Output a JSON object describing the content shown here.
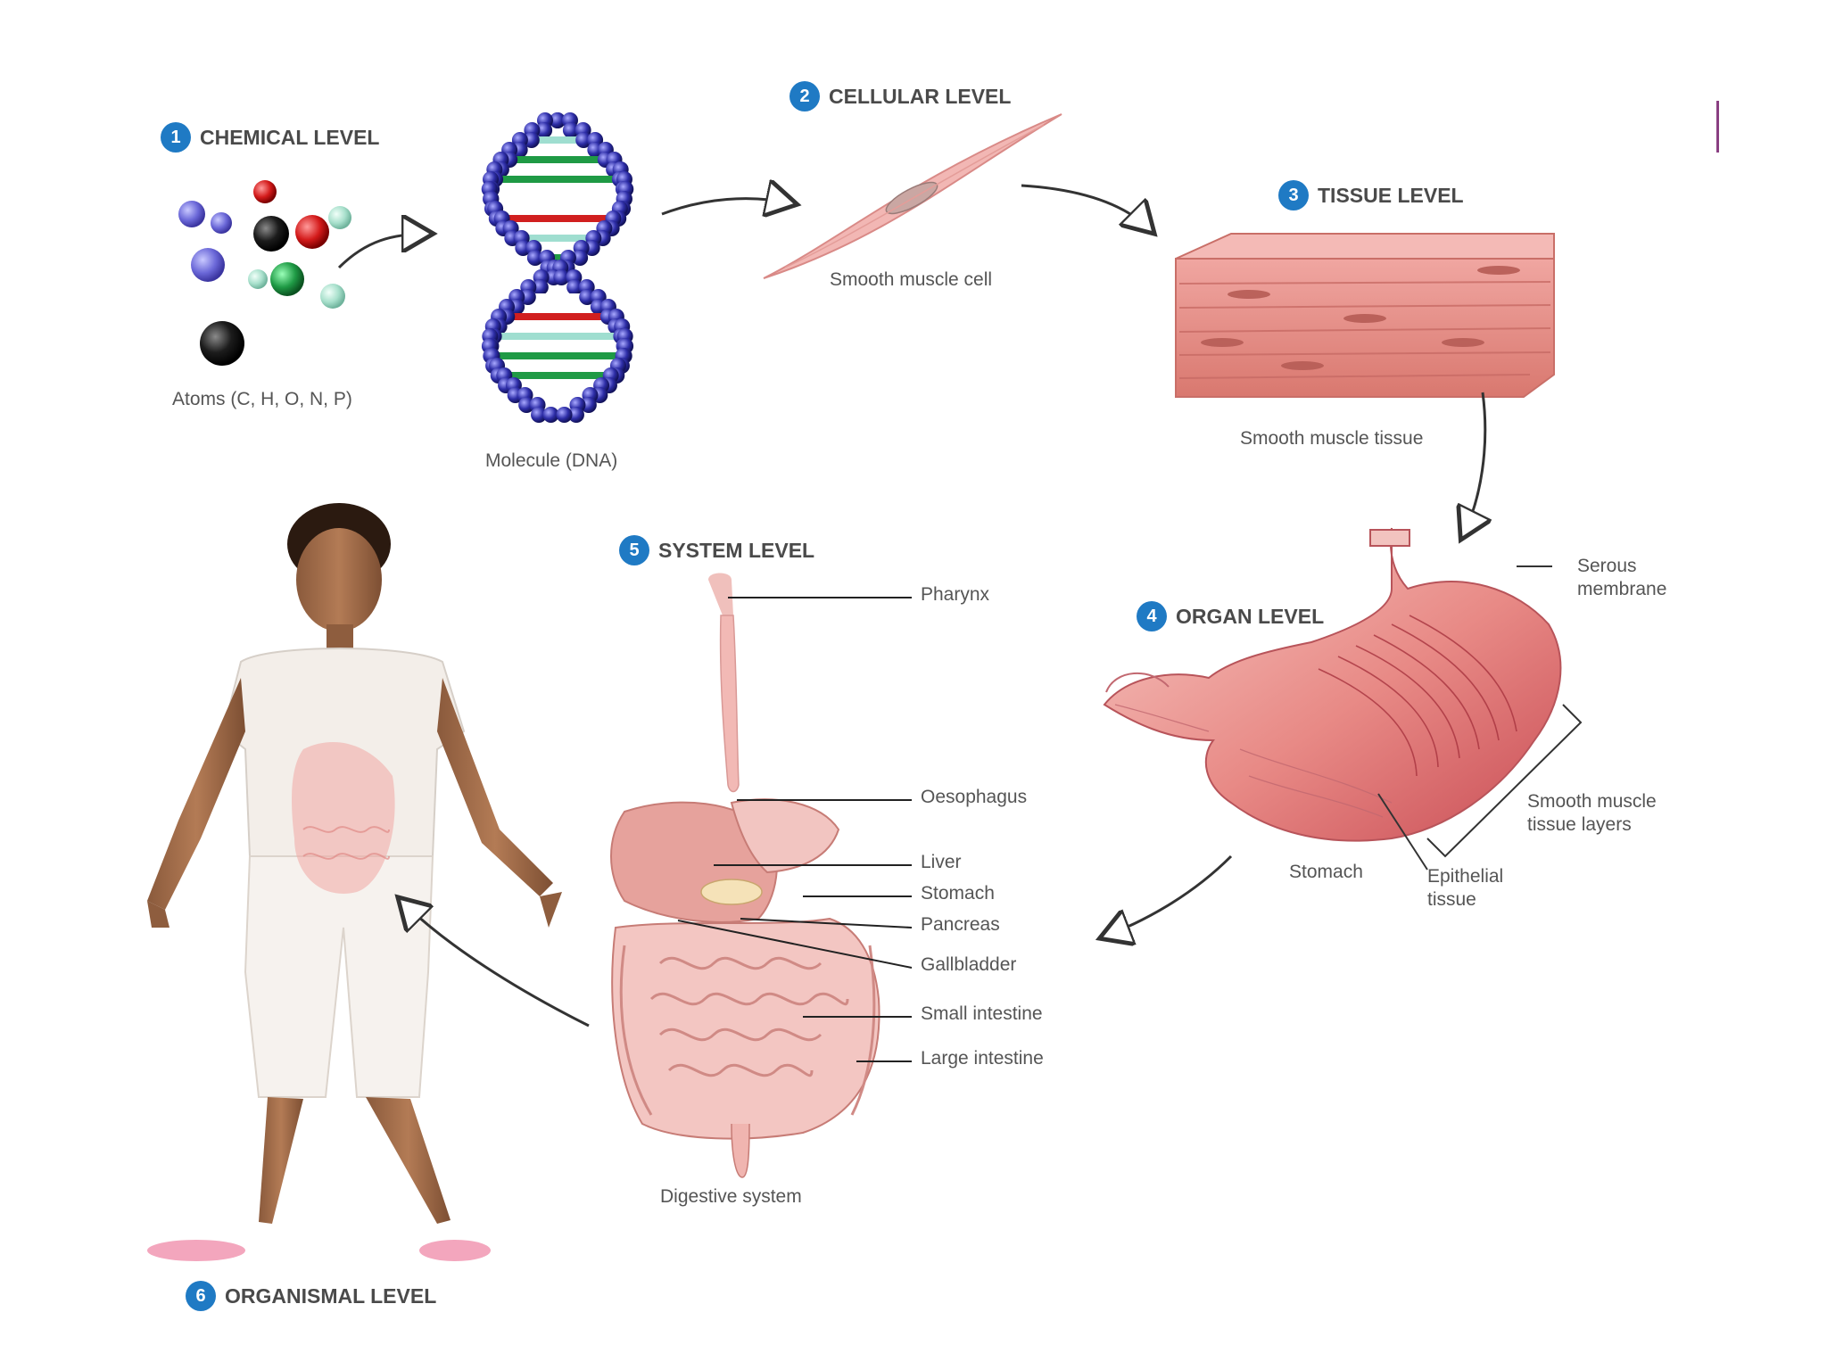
{
  "levels": [
    {
      "num": "1",
      "label": "CHEMICAL LEVEL"
    },
    {
      "num": "2",
      "label": "CELLULAR LEVEL"
    },
    {
      "num": "3",
      "label": "TISSUE LEVEL"
    },
    {
      "num": "4",
      "label": "ORGAN LEVEL"
    },
    {
      "num": "5",
      "label": "SYSTEM LEVEL"
    },
    {
      "num": "6",
      "label": "ORGANISMAL LEVEL"
    }
  ],
  "captions": {
    "atoms": "Atoms (C, H, O, N, P)",
    "molecule": "Molecule (DNA)",
    "cell": "Smooth muscle cell",
    "tissue": "Smooth muscle tissue",
    "digestive": "Digestive system"
  },
  "organ_labels": {
    "serous": [
      "Serous",
      "membrane"
    ],
    "smooth_layers": [
      "Smooth muscle",
      "tissue layers"
    ],
    "stomach": "Stomach",
    "epithelial": [
      "Epithelial",
      "tissue"
    ]
  },
  "system_labels": {
    "pharynx": "Pharynx",
    "oesophagus": "Oesophagus",
    "liver": "Liver",
    "stomach": "Stomach",
    "pancreas": "Pancreas",
    "gallbladder": "Gallbladder",
    "small_intestine": "Small intestine",
    "large_intestine": "Large intestine"
  }
}
